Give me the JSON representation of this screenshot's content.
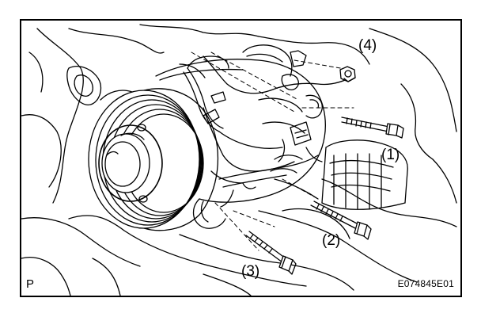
{
  "callouts": {
    "bolt_1": "(1)",
    "bolt_2": "(2)",
    "bolt_3": "(3)",
    "nut_4": "(4)"
  },
  "corner_label": "P",
  "figure_code": "E074845E01",
  "colors": {
    "ink": "#000000",
    "paper": "#ffffff"
  }
}
